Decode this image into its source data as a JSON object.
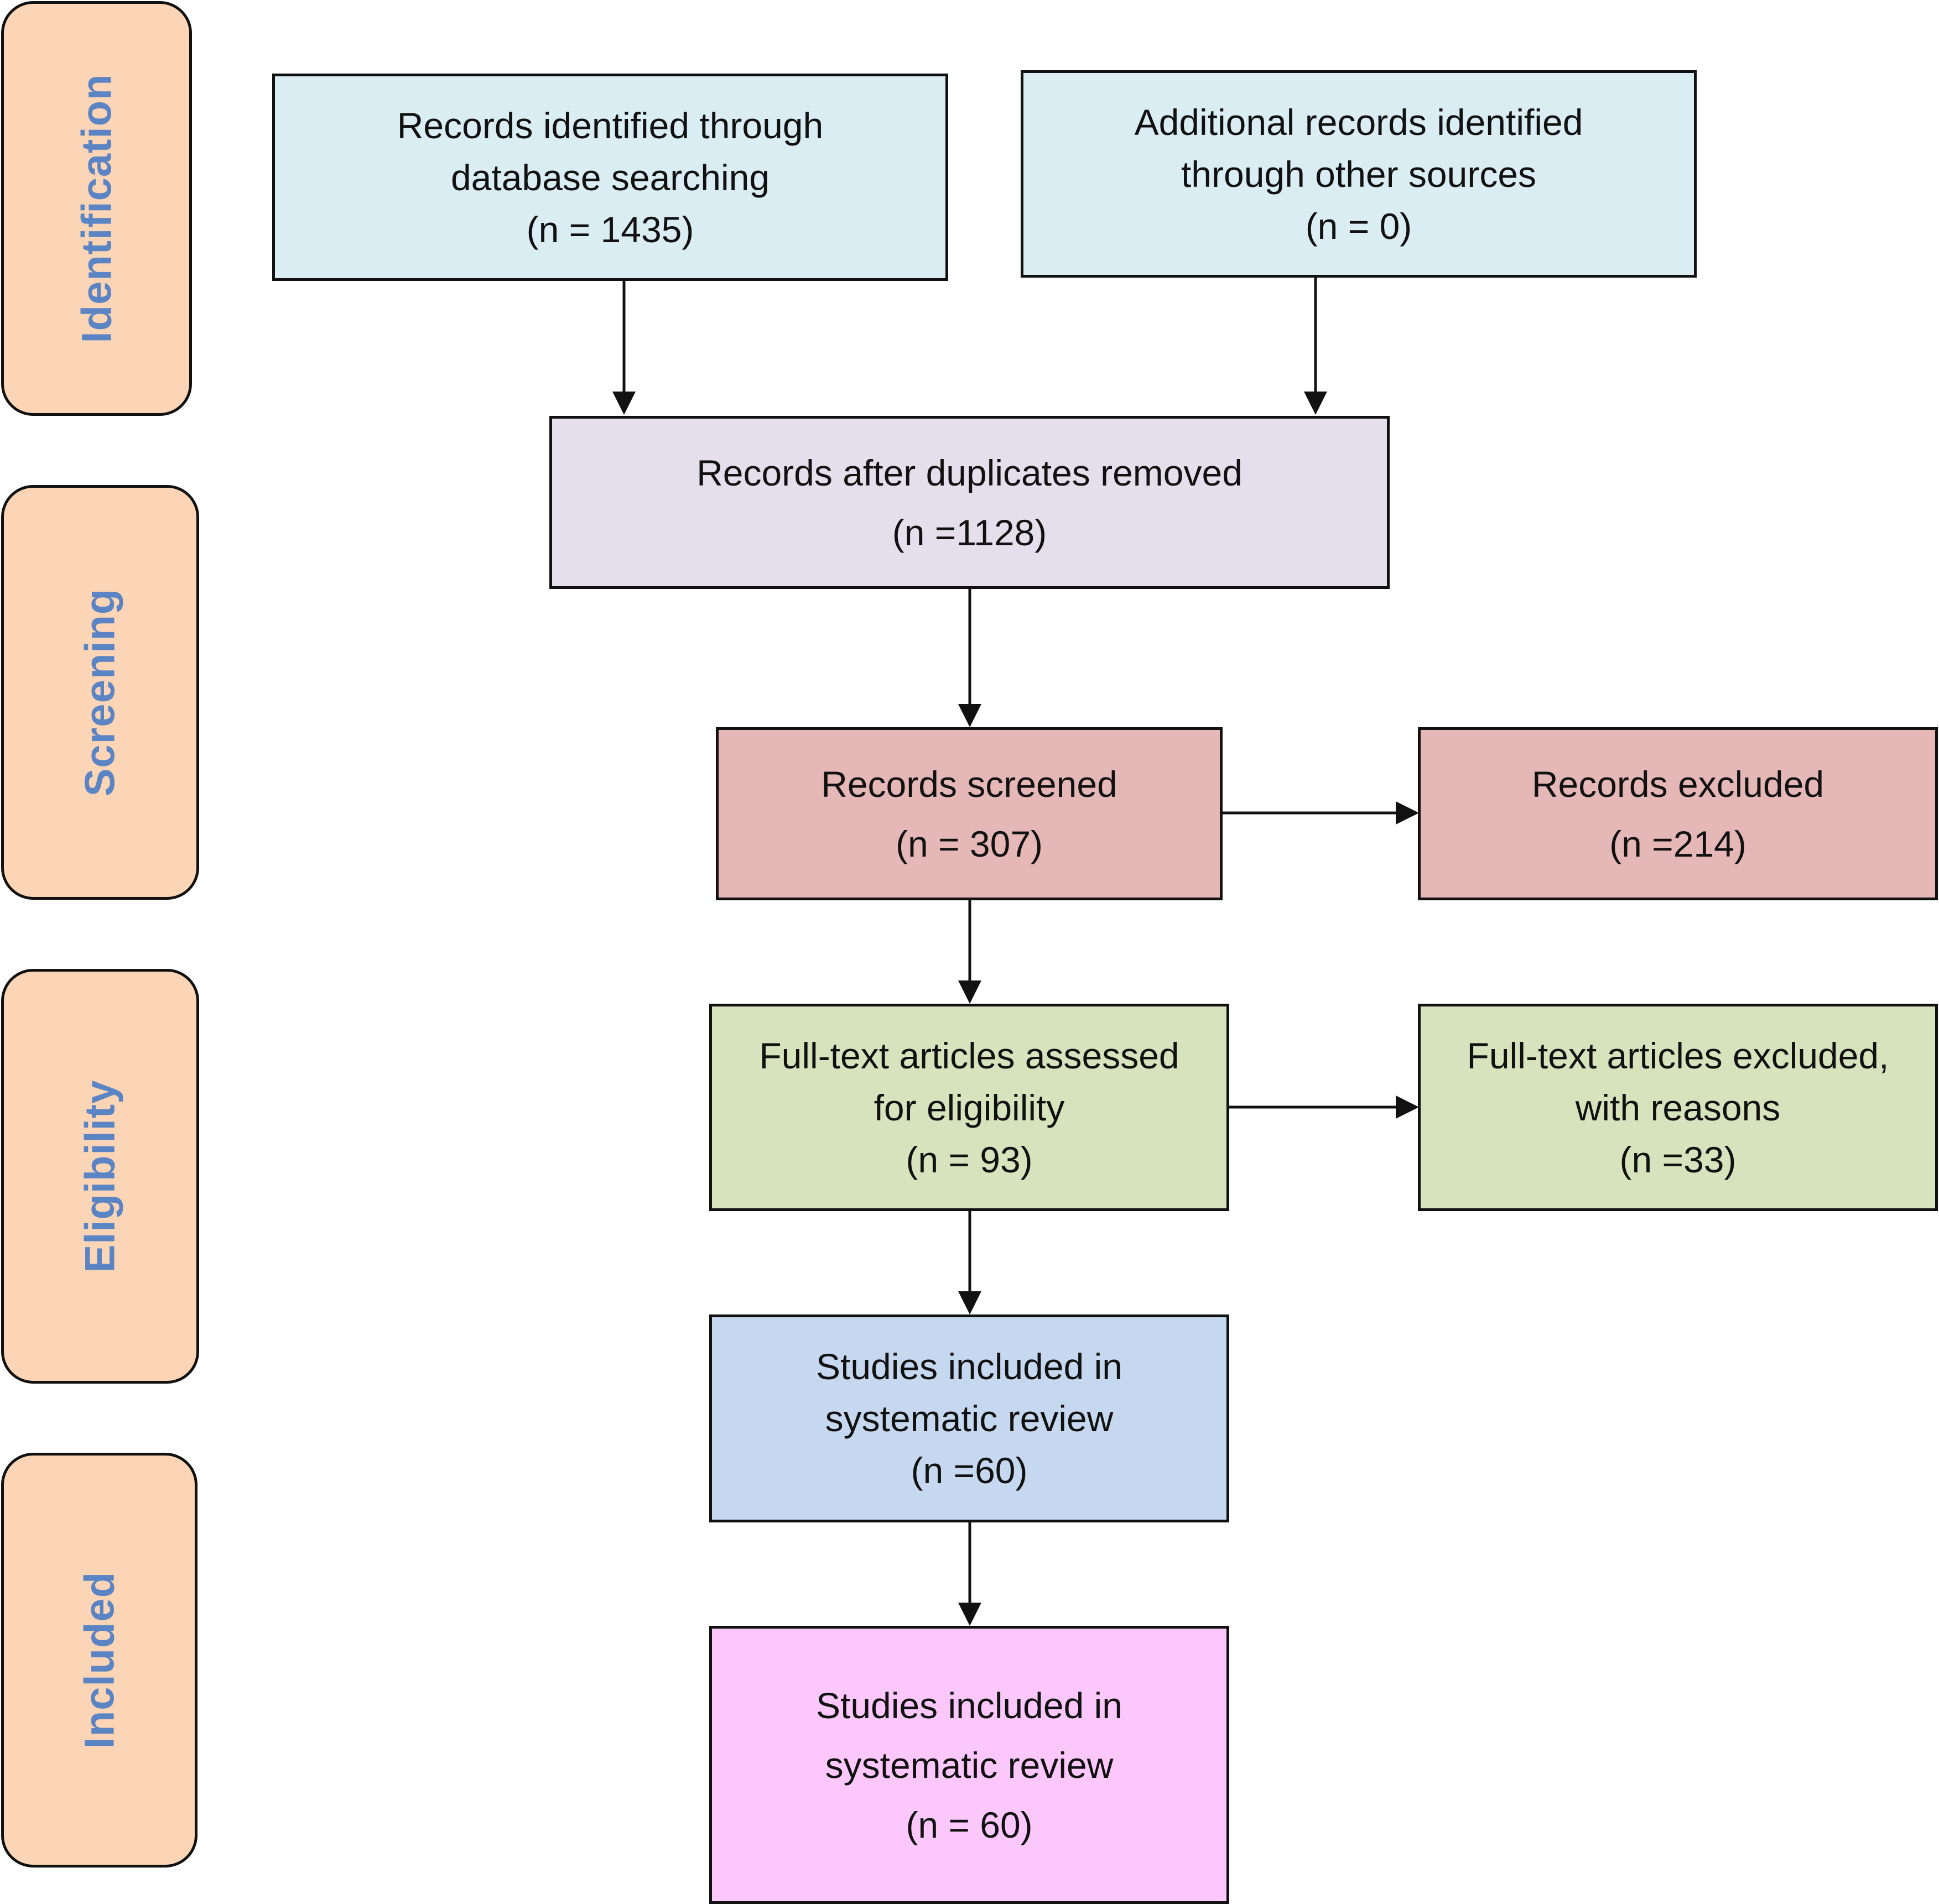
{
  "stages": {
    "identification": "Identification",
    "screening": "Screening",
    "eligibility": "Eligibility",
    "included": "Included"
  },
  "boxes": {
    "database_search": {
      "color": "#daedf3",
      "lines": [
        "Records identified through",
        "database searching",
        "(n = 1435)"
      ]
    },
    "other_sources": {
      "color": "#daedf3",
      "lines": [
        "Additional records identified",
        "through other sources",
        "(n = 0)"
      ]
    },
    "duplicates_removed": {
      "color": "#e4dfeb",
      "lines": [
        "Records after duplicates removed",
        "(n =1128)"
      ]
    },
    "records_screened": {
      "color": "#e5b8b7",
      "lines": [
        "Records screened",
        "(n = 307)"
      ]
    },
    "records_excluded": {
      "color": "#e5b8b7",
      "lines": [
        "Records excluded",
        "(n =214)"
      ]
    },
    "fulltext_assessed": {
      "color": "#d7e3bc",
      "lines": [
        "Full-text articles assessed",
        "for eligibility",
        "(n = 93)"
      ]
    },
    "fulltext_excluded": {
      "color": "#d7e3bc",
      "lines": [
        "Full-text articles excluded,",
        "with reasons",
        "(n =33)"
      ]
    },
    "studies_included_review": {
      "color": "#c5d8ef",
      "lines": [
        "Studies included in",
        "systematic review",
        "(n =60)"
      ]
    },
    "studies_included_final": {
      "color": "#fcc8fc",
      "lines": [
        "Studies included in",
        "systematic review",
        "(n = 60)"
      ]
    }
  },
  "colors": {
    "stage_fill": "#fbd5b5",
    "stage_text": "#5b84c4",
    "border": "#111111"
  }
}
